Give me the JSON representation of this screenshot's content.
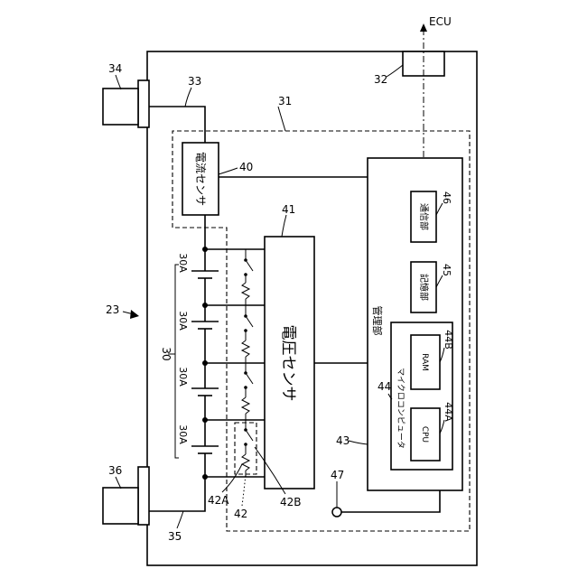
{
  "labels": {
    "ref_23": "23",
    "ref_30": "30",
    "ref_30a_1": "30A",
    "ref_30a_2": "30A",
    "ref_30a_3": "30A",
    "ref_30a_4": "30A",
    "ref_31": "31",
    "ref_32": "32",
    "ref_33": "33",
    "ref_34": "34",
    "ref_35": "35",
    "ref_36": "36",
    "ref_40": "40",
    "ref_41": "41",
    "ref_42": "42",
    "ref_42a": "42A",
    "ref_42b": "42B",
    "ref_43": "43",
    "ref_44": "44",
    "ref_44a": "44A",
    "ref_44b": "44B",
    "ref_45": "45",
    "ref_46": "46",
    "ref_47": "47",
    "ecu": "ECU"
  },
  "blocks": {
    "current_sensor": "電流センサ",
    "voltage_sensor": "電圧センサ",
    "management": "管理部",
    "microcomputer": "マイクロコンピュータ",
    "cpu": "CPU",
    "ram": "RAM",
    "storage": "記憶部",
    "communication": "通信部"
  }
}
